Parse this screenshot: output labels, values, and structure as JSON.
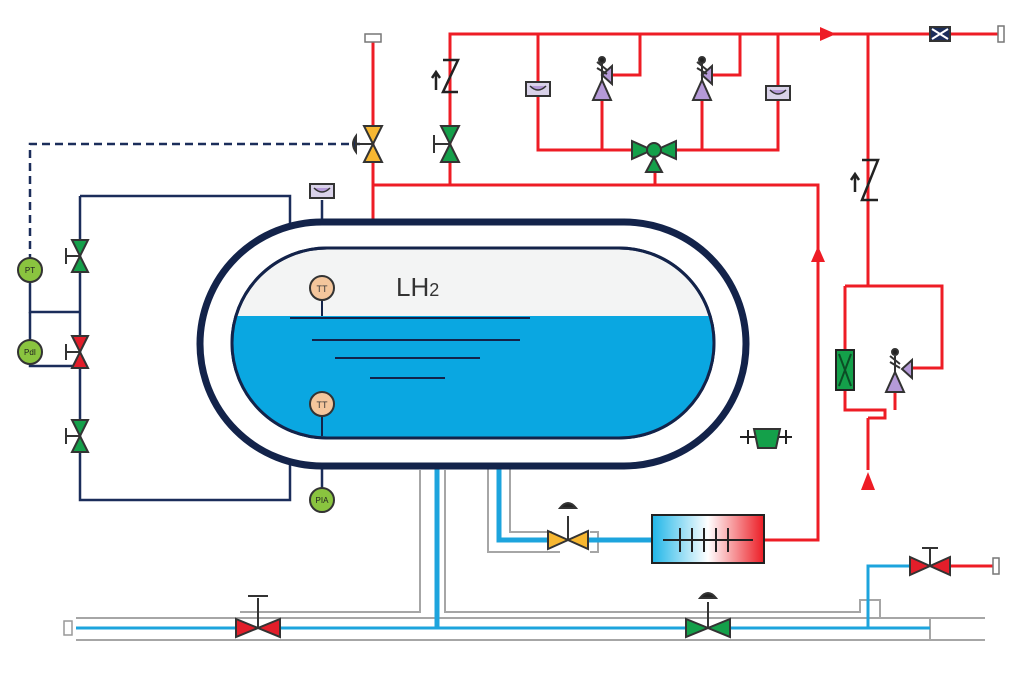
{
  "tank": {
    "label": "LH",
    "label_sub": "2"
  },
  "instruments": {
    "pt": "PT",
    "pdi": "PdI",
    "pia": "PIA",
    "tt_top": "TT",
    "tt_bottom": "TT"
  },
  "colors": {
    "tank_outline": "#13234a",
    "liquid": "#0aa7e1",
    "vapor": "#f3f4f4",
    "hot_line": "#ee1c25",
    "cold_line": "#1da4dd",
    "control_line": "#1b2d5a",
    "gray_line": "#a6a6a6",
    "valve_green": "#14a04a",
    "valve_red": "#e21e2a",
    "valve_yellow": "#f7b731",
    "valve_purple": "#b59ad8",
    "instrument_green": "#8ac43f",
    "instrument_tan": "#f4c69c"
  }
}
